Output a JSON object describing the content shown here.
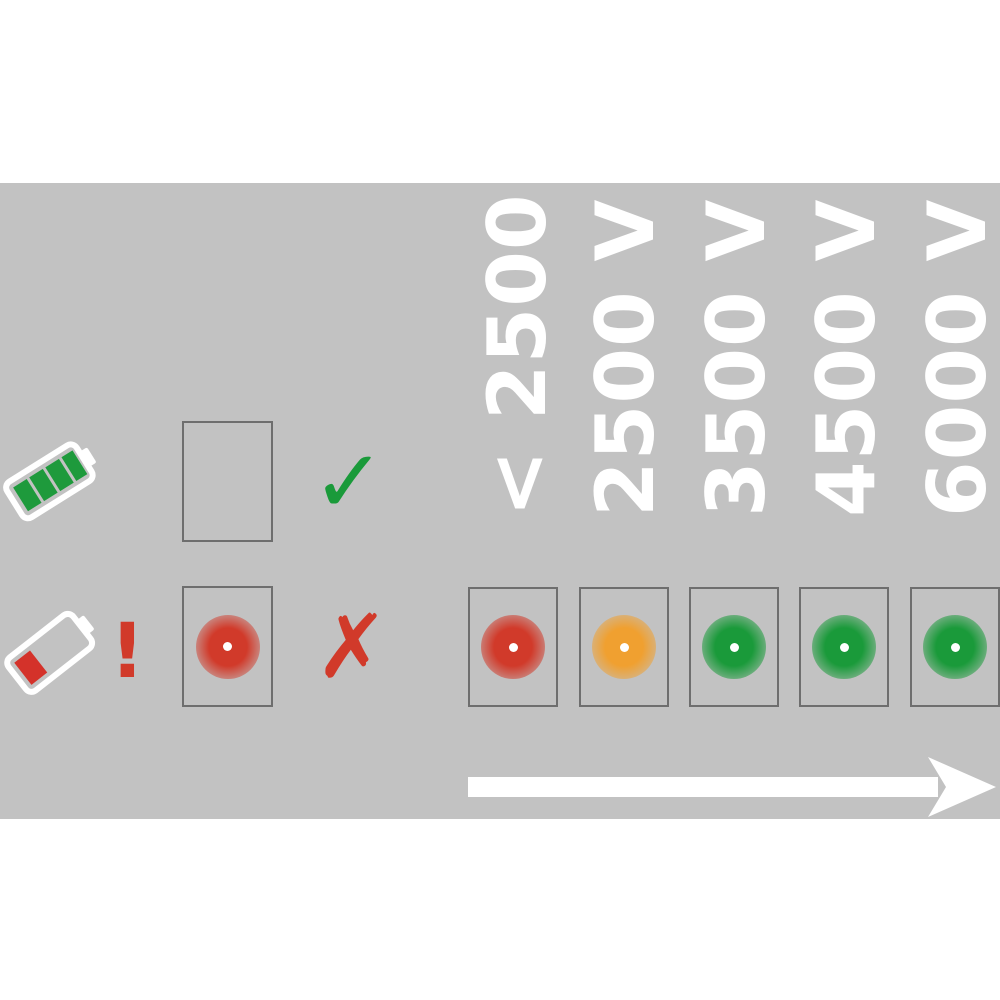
{
  "colors": {
    "panel": "#c2c2c2",
    "ok_green": "#1a9a3a",
    "fail_red": "#d13a2a",
    "warn_orange": "#f0a030",
    "battery_full": "#1e9a3c",
    "battery_low": "#d4322a"
  },
  "icons": {
    "battery_full": "battery-full-icon",
    "battery_low": "battery-low-icon",
    "warning": "exclamation-icon",
    "pass": "check-mark-icon",
    "fail": "cross-mark-icon",
    "direction": "arrow-right-icon"
  },
  "marks": {
    "warning": "!",
    "pass": "✓",
    "fail": "✗"
  },
  "battery_rows": [
    {
      "state": "full",
      "led": "off",
      "result": "pass"
    },
    {
      "state": "low",
      "led": "red",
      "result": "fail"
    }
  ],
  "voltage_levels": [
    {
      "label": "< 2500 V",
      "led": "red"
    },
    {
      "label": "2500 V",
      "led": "orange"
    },
    {
      "label": "3500 V",
      "led": "green"
    },
    {
      "label": "4500 V",
      "led": "green"
    },
    {
      "label": "6000 V",
      "led": "green"
    }
  ]
}
